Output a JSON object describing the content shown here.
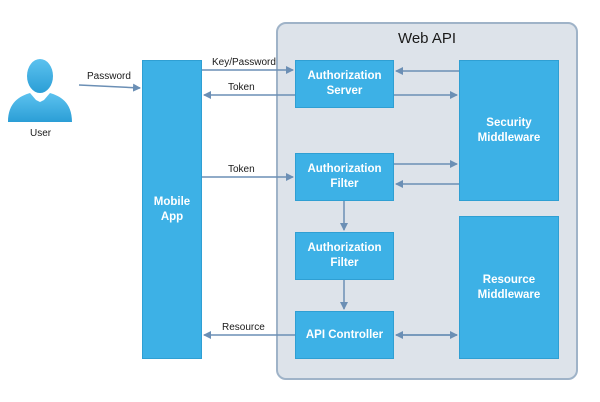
{
  "actors": {
    "user_label": "User"
  },
  "container": {
    "title": "Web API"
  },
  "boxes": {
    "mobile_app": "Mobile\nApp",
    "auth_server": "Authorization\nServer",
    "auth_filter_1": "Authorization\nFilter",
    "auth_filter_2": "Authorization\nFilter",
    "api_controller": "API Controller",
    "security_middleware": "Security\nMiddleware",
    "resource_middleware": "Resource\nMiddleware"
  },
  "edge_labels": {
    "password": "Password",
    "key_password": "Key/Password",
    "token_out": "Token",
    "token_in": "Token",
    "resource": "Resource"
  },
  "colors": {
    "box_fill": "#3db1e6",
    "container_fill": "#dde3ea",
    "arrow": "#6b8fb5"
  }
}
